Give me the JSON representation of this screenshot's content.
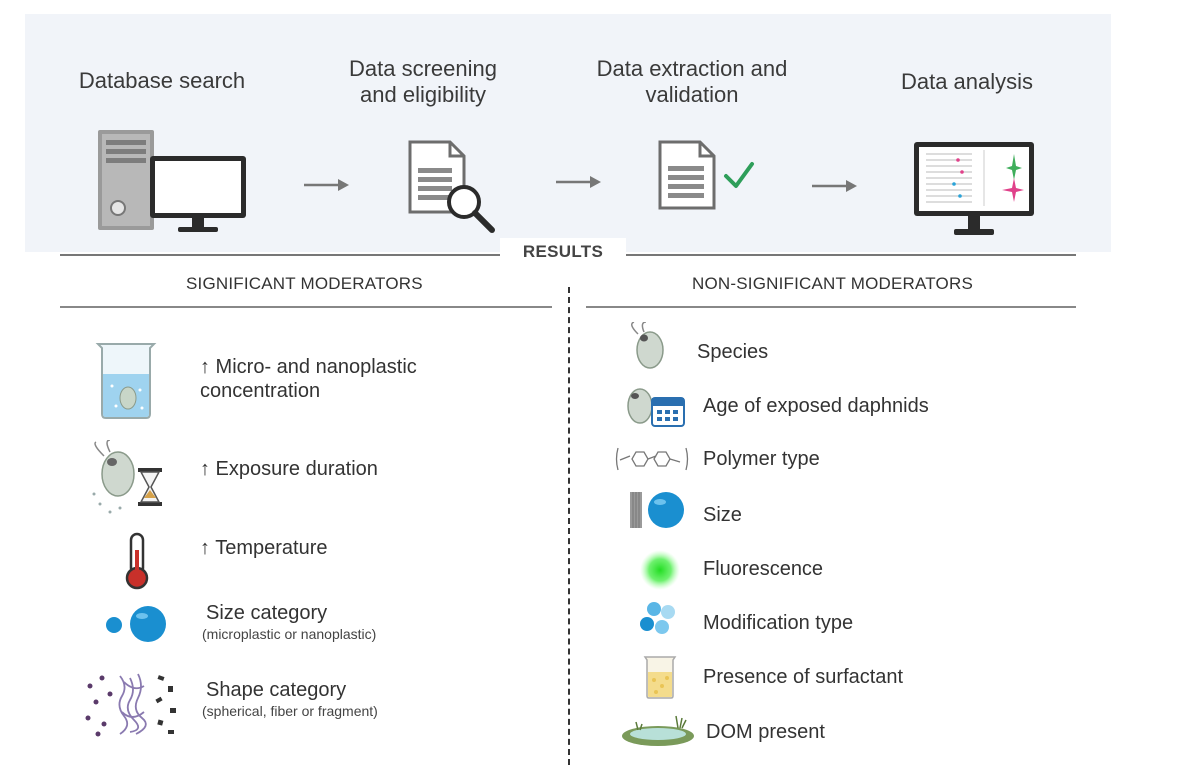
{
  "workflow": {
    "steps": [
      {
        "title": "Database search",
        "icon": "computer-icon"
      },
      {
        "title_line1": "Data screening",
        "title_line2": "and eligibility",
        "icon": "document-search-icon"
      },
      {
        "title_line1": "Data extraction and",
        "title_line2": "validation",
        "icon": "document-check-icon"
      },
      {
        "title": "Data analysis",
        "icon": "monitor-chart-icon"
      }
    ]
  },
  "results": {
    "label": "RESULTS",
    "significant": {
      "heading": "SIGNIFICANT MODERATORS",
      "items": [
        {
          "line1": "↑ Micro- and nanoplastic",
          "line2": "concentration",
          "icon": "beaker-daphnia-icon"
        },
        {
          "text": "↑ Exposure duration",
          "icon": "daphnia-hourglass-icon"
        },
        {
          "text": "↑ Temperature",
          "icon": "thermometer-icon"
        },
        {
          "text": "Size category",
          "sub": "(microplastic or nanoplastic)",
          "icon": "particle-sizes-icon"
        },
        {
          "text": "Shape category",
          "sub": "(spherical, fiber or fragment)",
          "icon": "particle-shapes-icon"
        }
      ]
    },
    "non_significant": {
      "heading": "NON-SIGNIFICANT MODERATORS",
      "items": [
        {
          "text": "Species",
          "icon": "daphnia-icon"
        },
        {
          "text": "Age of exposed daphnids",
          "icon": "daphnia-calendar-icon"
        },
        {
          "text": "Polymer type",
          "icon": "polymer-structure-icon"
        },
        {
          "text": "Size",
          "icon": "sphere-size-icon"
        },
        {
          "text": "Fluorescence",
          "icon": "fluorescence-icon"
        },
        {
          "text": "Modification type",
          "icon": "modified-particles-icon"
        },
        {
          "text": "Presence of surfactant",
          "icon": "surfactant-beaker-icon"
        },
        {
          "text": "DOM present",
          "icon": "pond-icon"
        }
      ]
    }
  },
  "colors": {
    "banner": "#f1f4f9",
    "particle_blue": "#1a8fd0",
    "check_green": "#2e9e5a",
    "fluorescence_green": "#22dd22"
  }
}
